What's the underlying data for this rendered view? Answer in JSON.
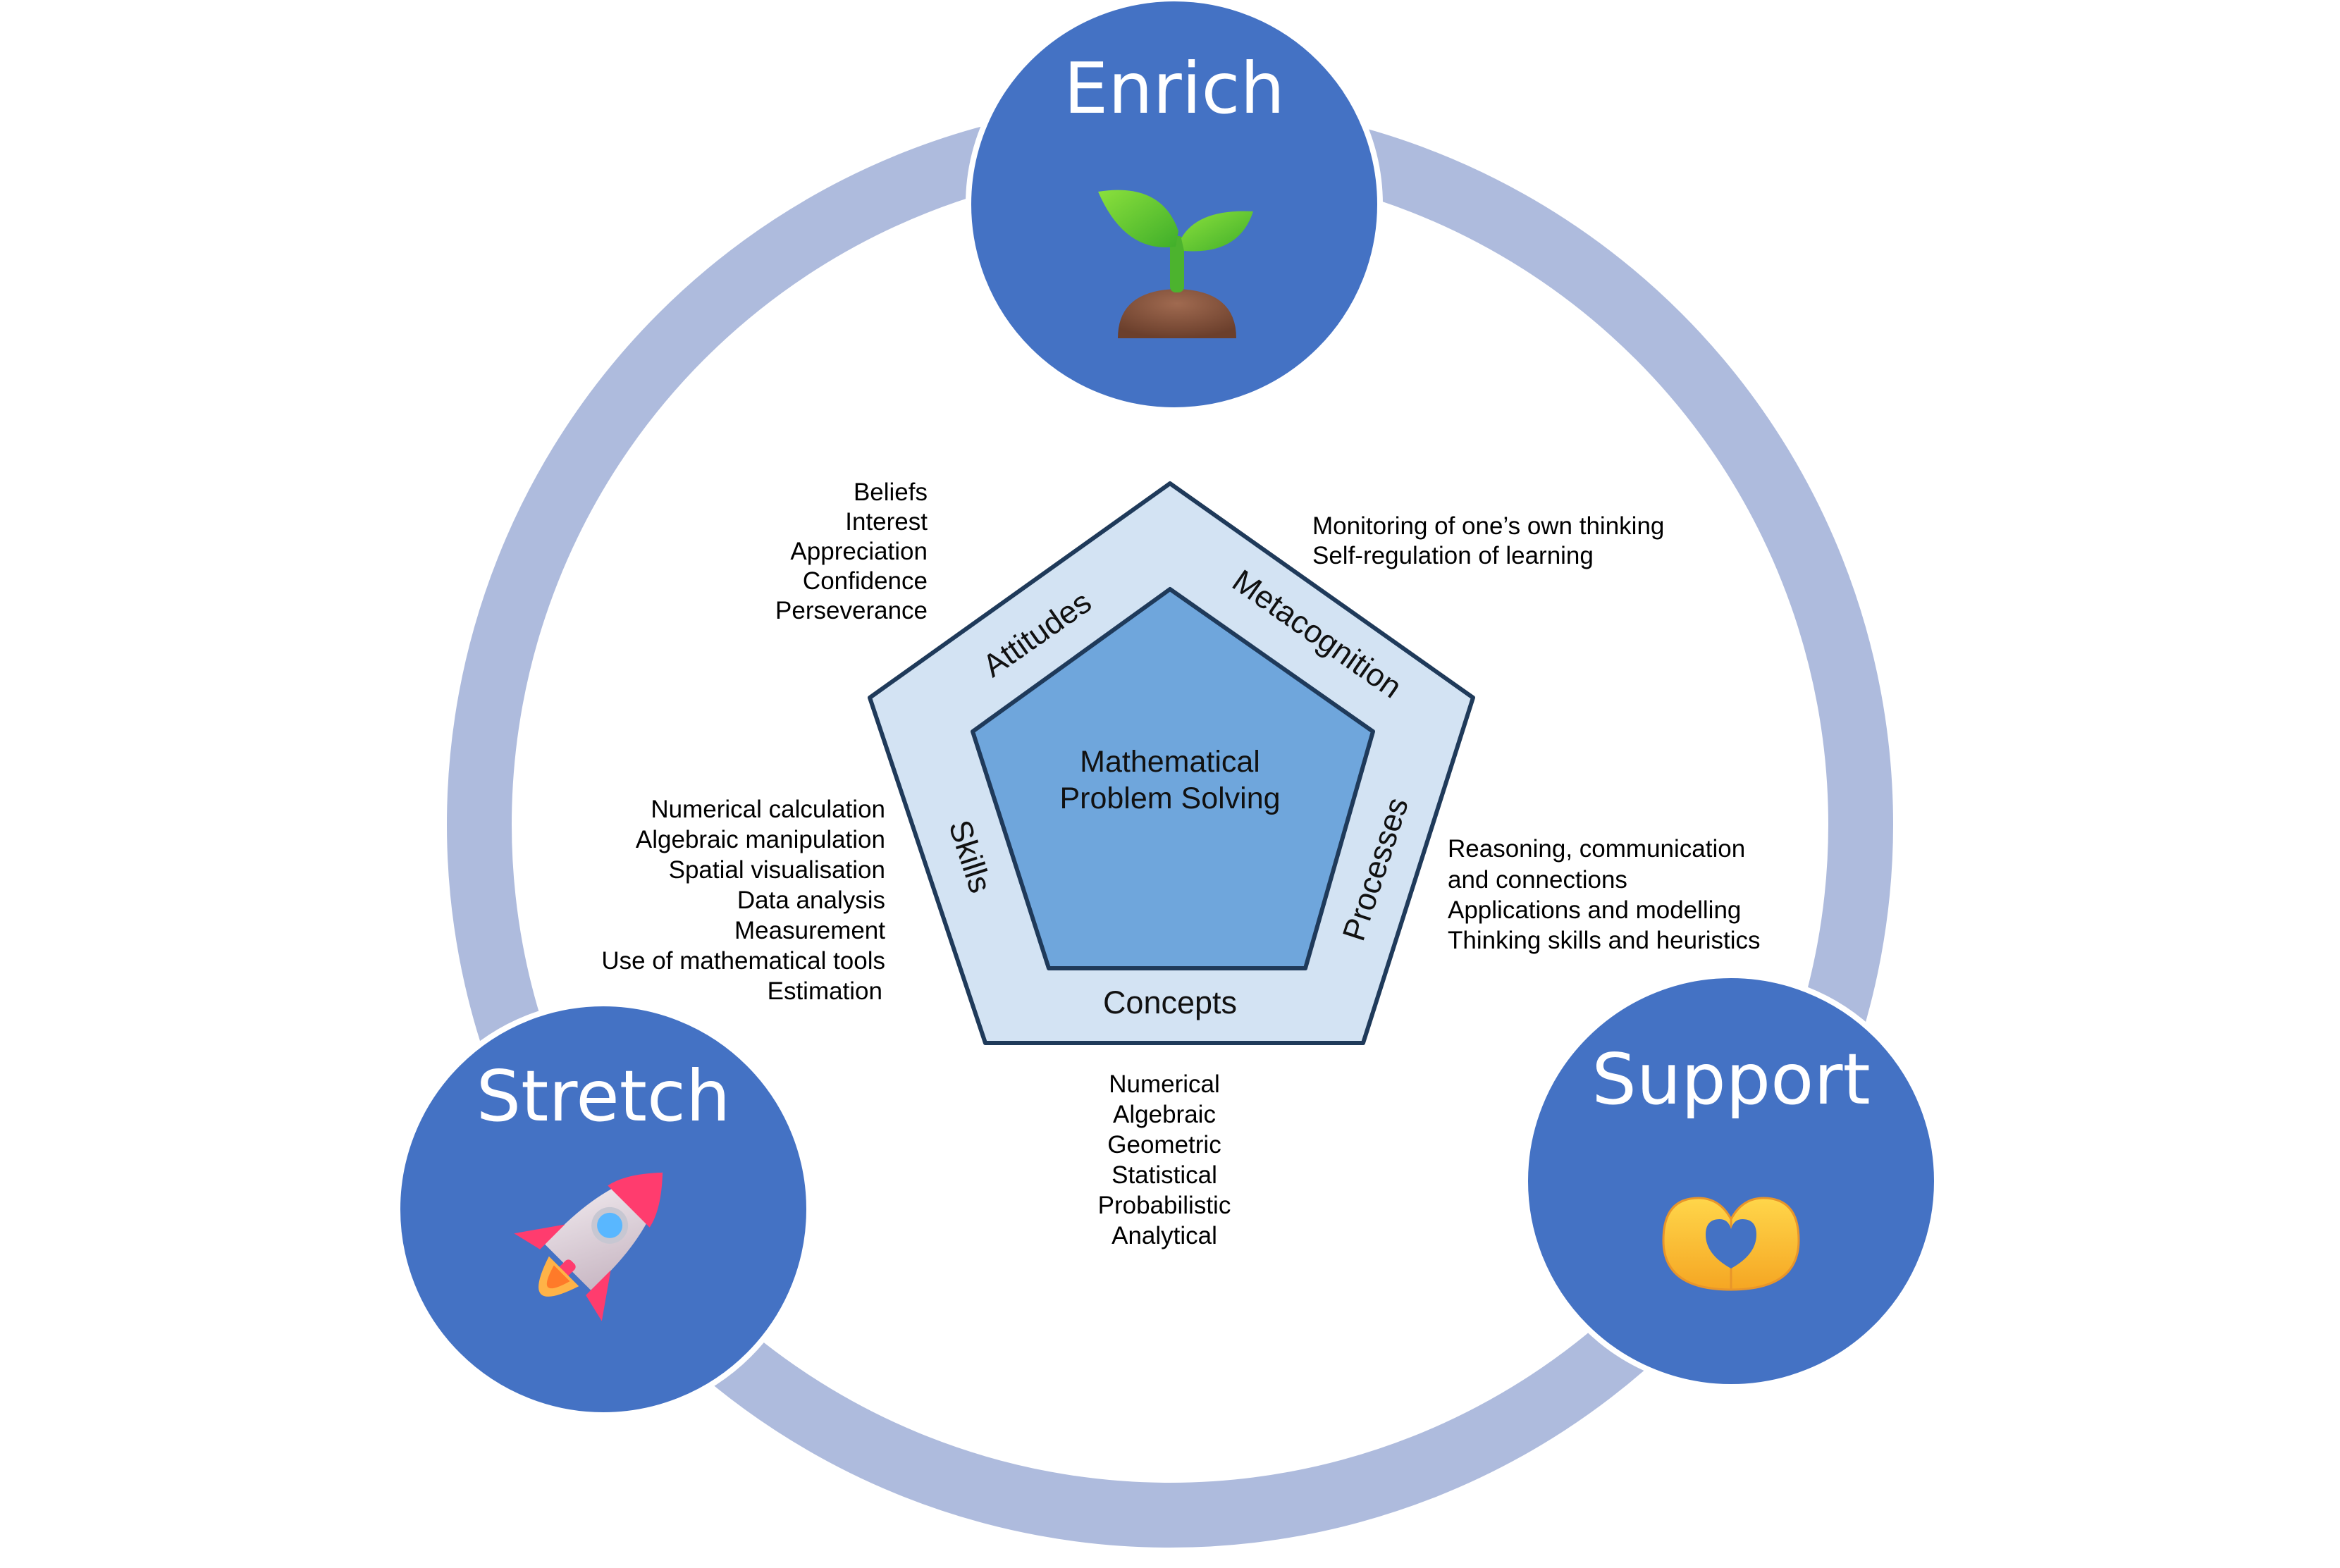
{
  "badges": {
    "enrich": {
      "label": "Enrich",
      "icon": "seedling-icon"
    },
    "stretch": {
      "label": "Stretch",
      "icon": "rocket-icon"
    },
    "support": {
      "label": "Support",
      "icon": "heart-hands-icon"
    }
  },
  "framework": {
    "core": {
      "line1": "Mathematical",
      "line2": "Problem Solving"
    },
    "ring": {
      "attitudes": "Attitudes",
      "metacognition": "Metacognition",
      "processes": "Processes",
      "concepts": "Concepts",
      "skills": "Skills"
    }
  },
  "lists": {
    "attitudes": [
      "Beliefs",
      "Interest",
      "Appreciation",
      "Confidence",
      "Perseverance"
    ],
    "metacognition": [
      "Monitoring of one’s own thinking",
      "Self-regulation of learning"
    ],
    "processes": [
      "Reasoning, communication",
      "and connections",
      "Applications and modelling",
      "Thinking skills and heuristics"
    ],
    "skills": [
      "Numerical calculation",
      "Algebraic manipulation",
      "Spatial visualisation",
      "Data analysis",
      "Measurement",
      "Use of mathematical tools",
      "Estimation"
    ],
    "concepts": [
      "Numerical",
      "Algebraic",
      "Geometric",
      "Statistical",
      "Probabilistic",
      "Analytical"
    ]
  },
  "colors": {
    "circle_ring": "#aebbdd",
    "badge_fill": "#4472c4",
    "pentagon_outer": "#d3e3f3",
    "pentagon_inner": "#6fa6dc",
    "pentagon_stroke": "#1f3a5a"
  }
}
